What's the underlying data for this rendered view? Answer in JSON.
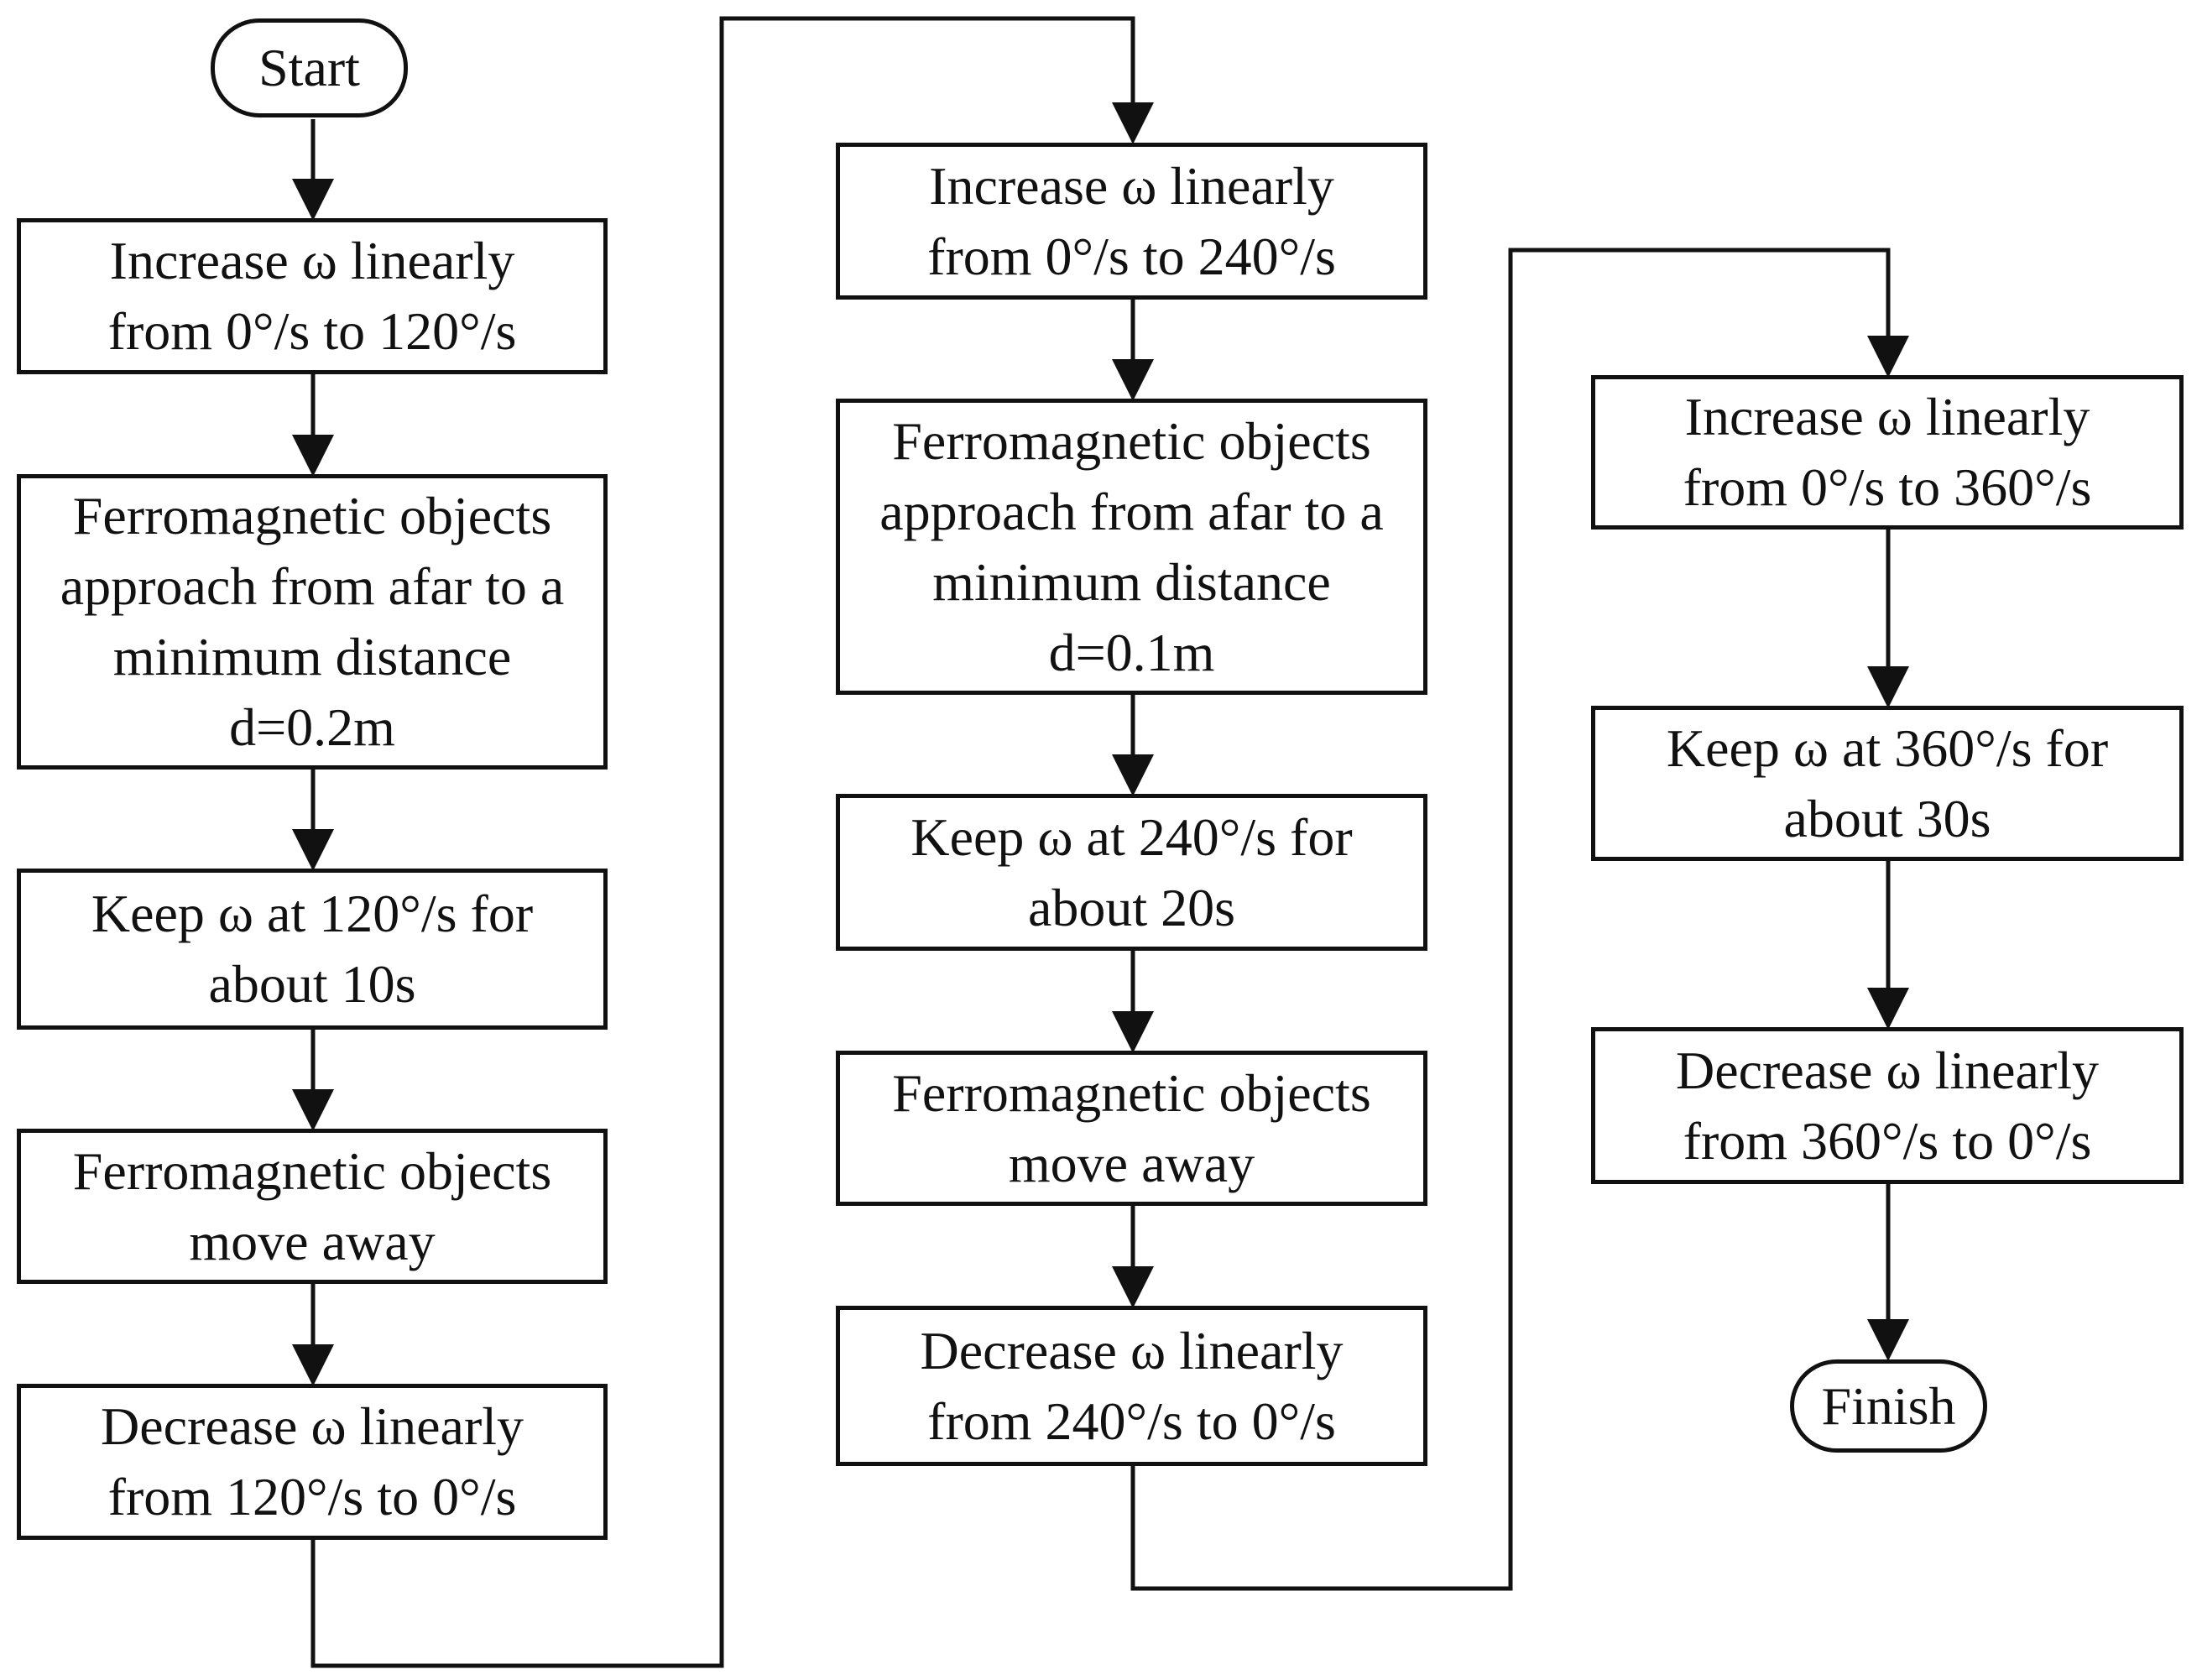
{
  "diagram": {
    "start": "Start",
    "finish": "Finish",
    "column1": {
      "step1": [
        "Increase  ω  linearly",
        "from 0°/s to 120°/s"
      ],
      "step2": [
        "Ferromagnetic objects",
        "approach from afar to a",
        "minimum distance",
        "d=0.2m"
      ],
      "step3": [
        "Keep  ω  at 120°/s for",
        "about 10s"
      ],
      "step4": [
        "Ferromagnetic objects",
        "move away"
      ],
      "step5": [
        "Decrease  ω  linearly",
        "from 120°/s to 0°/s"
      ]
    },
    "column2": {
      "step1": [
        "Increase  ω  linearly",
        "from 0°/s to 240°/s"
      ],
      "step2": [
        "Ferromagnetic objects",
        "approach from afar to a",
        "minimum distance",
        "d=0.1m"
      ],
      "step3": [
        "Keep  ω  at 240°/s for",
        "about 20s"
      ],
      "step4": [
        "Ferromagnetic objects",
        "move away"
      ],
      "step5": [
        "Decrease  ω  linearly",
        "from 240°/s to 0°/s"
      ]
    },
    "column3": {
      "step1": [
        "Increase  ω  linearly",
        "from 0°/s to 360°/s"
      ],
      "step2": [
        "Keep  ω  at 360°/s for",
        "about 30s"
      ],
      "step3": [
        "Decrease  ω  linearly",
        "from 360°/s to 0°/s"
      ]
    },
    "colors": {
      "stroke": "#111111",
      "background": "#ffffff"
    }
  }
}
